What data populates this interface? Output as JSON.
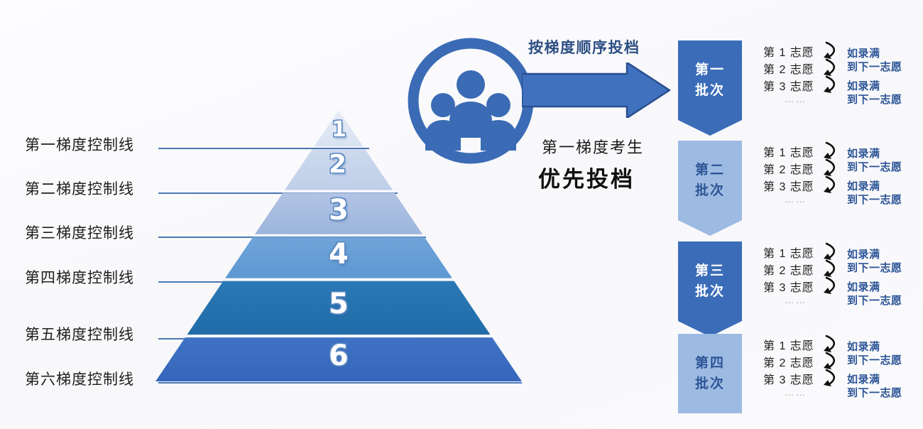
{
  "meta": {
    "background_color": "#fbfbfd",
    "accent_blue": "#3b6bb5",
    "note_blue": "#2d5596",
    "leader_line_color": "#4a77b4"
  },
  "gradient_labels": [
    {
      "text": "第一梯度控制线"
    },
    {
      "text": "第二梯度控制线"
    },
    {
      "text": "第三梯度控制线"
    },
    {
      "text": "第四梯度控制线"
    },
    {
      "text": "第五梯度控制线"
    },
    {
      "text": "第六梯度控制线"
    }
  ],
  "pyramid": {
    "tiers": [
      {
        "number": "1",
        "color_top": "#e9eef7",
        "color_bottom": "#d8e2f1"
      },
      {
        "number": "2",
        "color_top": "#cdd9ee",
        "color_bottom": "#bfcfe8"
      },
      {
        "number": "3",
        "color_top": "#b2c4e4",
        "color_bottom": "#9db5dd"
      },
      {
        "number": "4",
        "color_top": "#6fa4d8",
        "color_bottom": "#5d98d2"
      },
      {
        "number": "5",
        "color_top": "#2a78b4",
        "color_bottom": "#206ca8"
      },
      {
        "number": "6",
        "color_top": "#3f72c4",
        "color_bottom": "#3566bb"
      }
    ]
  },
  "circle_icon": {
    "icon": "people-group-icon",
    "ring_color": "#3b6bb5",
    "people_color": "#3b6bb5"
  },
  "arrow": {
    "caption": "按梯度顺序投档",
    "fill": "#4071be",
    "stroke": "#2a4f8f"
  },
  "candidate_caption": {
    "line1": "第一梯度考生",
    "line2": "优先投档"
  },
  "batches": [
    {
      "label_line1": "第一",
      "label_line2": "批次",
      "box_color": "#3a6cb8",
      "text_color": "#ffffff",
      "wishes": [
        "第 1 志愿",
        "第 2 志愿",
        "第 3 志愿"
      ],
      "ellipsis": "……",
      "notes": [
        "如录满\n到下一志愿",
        "如录满\n到下一志愿"
      ]
    },
    {
      "label_line1": "第二",
      "label_line2": "批次",
      "box_color": "#9dbbe2",
      "text_color": "#2d5596",
      "wishes": [
        "第 1 志愿",
        "第 2 志愿",
        "第 3 志愿"
      ],
      "ellipsis": "……",
      "notes": [
        "如录满\n到下一志愿",
        "如录满\n到下一志愿"
      ]
    },
    {
      "label_line1": "第三",
      "label_line2": "批次",
      "box_color": "#3a6cb8",
      "text_color": "#ffffff",
      "wishes": [
        "第 1 志愿",
        "第 2 志愿",
        "第 3 志愿"
      ],
      "ellipsis": "……",
      "notes": [
        "如录满\n到下一志愿",
        "如录满\n到下一志愿"
      ]
    },
    {
      "label_line1": "第四",
      "label_line2": "批次",
      "box_color": "#9dbbe2",
      "text_color": "#2d5596",
      "wishes": [
        "第 1 志愿",
        "第 2 志愿",
        "第 3 志愿"
      ],
      "ellipsis": "……",
      "notes": [
        "如录满\n到下一志愿",
        "如录满\n到下一志愿"
      ]
    }
  ]
}
